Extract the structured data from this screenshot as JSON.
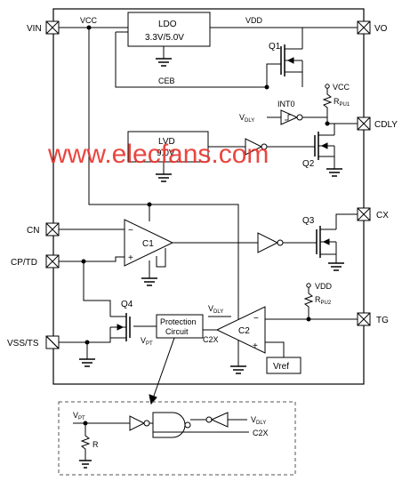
{
  "pins": {
    "vin": "VIN",
    "vo": "VO",
    "cdly": "CDLY",
    "cx": "CX",
    "tg": "TG",
    "cn": "CN",
    "cp_td": "CP/TD",
    "vss_ts": "VSS/TS"
  },
  "nets": {
    "vcc_top": "VCC",
    "vdd_top": "VDD",
    "ceb": "CEB",
    "vcc_pullup": "VCC",
    "vdd_pullup": "VDD",
    "vdly_int": "V",
    "vdly_int_sub": "DLY",
    "vdly_c2": "V",
    "vdly_c2_sub": "DLY",
    "vpt": "V",
    "vpt_sub": "PT",
    "c2x": "C2X",
    "int0": "INT0"
  },
  "blocks": {
    "ldo_line1": "LDO",
    "ldo_line2": "3.3V/5.0V",
    "lvd_line1": "LVD",
    "lvd_line2": "9.0V",
    "protection_line1": "Protection",
    "protection_line2": "Circuit",
    "vref": "Vref"
  },
  "devices": {
    "q1": "Q1",
    "q2": "Q2",
    "q3": "Q3",
    "q4": "Q4",
    "c1": "C1",
    "c2": "C2",
    "rpu1": "R",
    "rpu1_sub": "PU1",
    "rpu2": "R",
    "rpu2_sub": "PU2",
    "minus1": "−",
    "plus1": "+",
    "minus2": "−",
    "plus2": "+"
  },
  "detail": {
    "vpt": "V",
    "vpt_sub": "PT",
    "r": "R",
    "vdly": "V",
    "vdly_sub": "DLY",
    "c2x": "C2X"
  },
  "watermark": "www.elecfans.com"
}
